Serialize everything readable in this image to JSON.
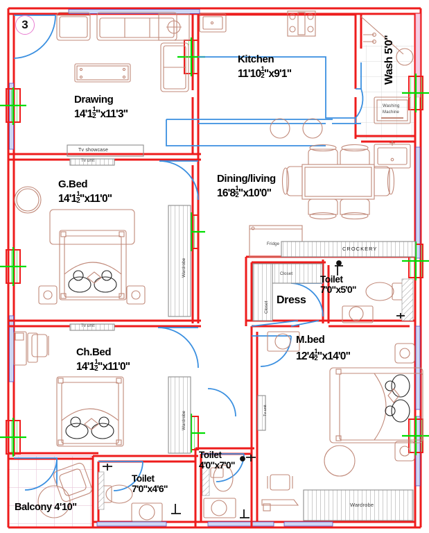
{
  "plan": {
    "unit_badge": "3",
    "colors": {
      "wall": "#ee1c1c",
      "furniture": "#c08878",
      "door_swing": "#3a8fe0",
      "window_marker": "#00e000",
      "balcony_tile": "#f2c8de",
      "badge_ring": "#e87bd0",
      "hatch": "#9a9a9a"
    }
  },
  "rooms": [
    {
      "id": "drawing",
      "name": "Drawing",
      "dim": "14'1½\"x11'3\"",
      "dim_parts": {
        "pre": "14'1",
        "frac_num": "1",
        "frac_den": "2",
        "post": "\"x11'3\""
      }
    },
    {
      "id": "kitchen",
      "name": "Kitchen",
      "dim": "11'10½\"x9'1\"",
      "dim_parts": {
        "pre": "11'10",
        "frac_num": "1",
        "frac_den": "2",
        "post": "\"x9'1\""
      }
    },
    {
      "id": "gbed",
      "name": "G.Bed",
      "dim": "14'1½\"x11'0\"",
      "dim_parts": {
        "pre": "14'1",
        "frac_num": "1",
        "frac_den": "2",
        "post": "\"x11'0\""
      }
    },
    {
      "id": "dining",
      "name": "Dining/living",
      "dim": "16'8½\"x10'0\"",
      "dim_parts": {
        "pre": "16'8",
        "frac_num": "1",
        "frac_den": "2",
        "post": "\"x10'0\""
      }
    },
    {
      "id": "chbed",
      "name": "Ch.Bed",
      "dim": "14'1½\"x11'0\"",
      "dim_parts": {
        "pre": "14'1",
        "frac_num": "1",
        "frac_den": "2",
        "post": "\"x11'0\""
      }
    },
    {
      "id": "mbed",
      "name": "M.bed",
      "dim": "12'4½\"x14'0\"",
      "dim_parts": {
        "pre": "12'4",
        "frac_num": "1",
        "frac_den": "2",
        "post": "\"x14'0\""
      }
    },
    {
      "id": "toilet_right",
      "name": "Toilet",
      "dim": "7'0\"x5'0\""
    },
    {
      "id": "toilet_mid",
      "name": "Toilet",
      "dim": "4'0\"x7'0\""
    },
    {
      "id": "toilet_left",
      "name": "Toilet",
      "dim": "7'0\"x4'6\""
    },
    {
      "id": "dress",
      "name": "Dress",
      "dim": ""
    },
    {
      "id": "balcony",
      "name": "Balcony 4'10\"",
      "dim": ""
    },
    {
      "id": "wash",
      "name": "Wash 5'0\"",
      "dim": ""
    }
  ],
  "fixtures": {
    "tv_showcase": "Tv showcase",
    "tv_unit": "Tv unit",
    "wardrobe": "Wardrobe",
    "closet": "Closet",
    "fridge": "Fridge",
    "crockery": "CROCKERY",
    "washing_machine_line1": "Washing",
    "washing_machine_line2": "Machine"
  }
}
